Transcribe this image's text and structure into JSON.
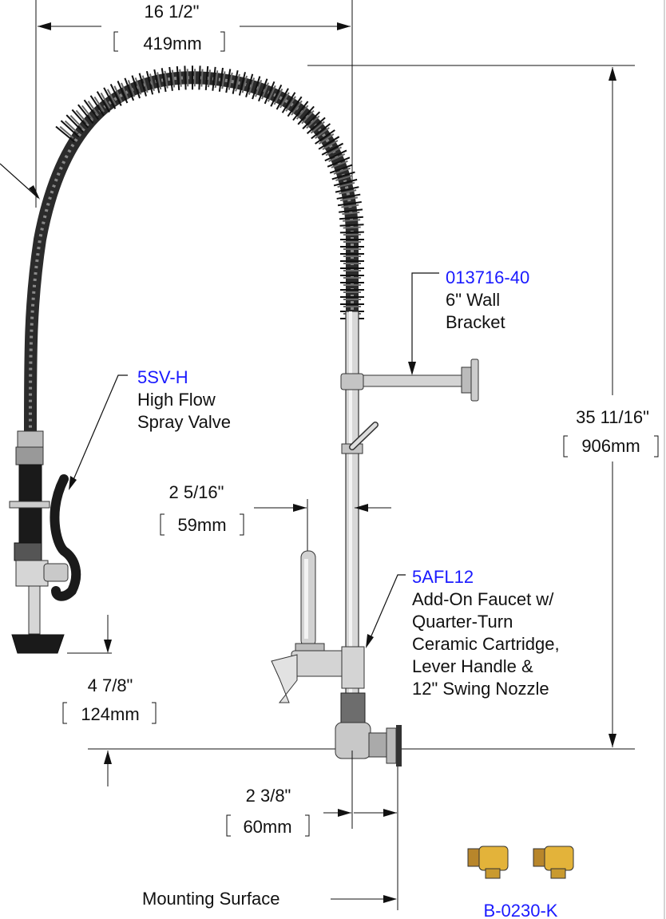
{
  "colors": {
    "part_code": "#1a1aff",
    "line": "#111111",
    "hose": "#2b2b2b",
    "chrome": "#c9c9c9",
    "brass": "#e3b33a"
  },
  "dimensions": {
    "top_width": {
      "imperial": "16 1/2\"",
      "metric": "419mm"
    },
    "height": {
      "imperial": "35 11/16\"",
      "metric": "906mm"
    },
    "nozzle_offset": {
      "imperial": "2 5/16\"",
      "metric": "59mm"
    },
    "spray_drop": {
      "imperial": "4 7/8\"",
      "metric": "124mm"
    },
    "wall_offset": {
      "imperial": "2 3/8\"",
      "metric": "60mm"
    }
  },
  "callouts": {
    "bracket": {
      "code": "013716-40",
      "lines": [
        "6\" Wall",
        "Bracket"
      ]
    },
    "spray_valve": {
      "code": "5SV-H",
      "lines": [
        "High Flow",
        "Spray Valve"
      ]
    },
    "faucet": {
      "code": "5AFL12",
      "lines": [
        "Add-On Faucet w/",
        "Quarter-Turn",
        "Ceramic Cartridge,",
        "Lever Handle &",
        "12\" Swing Nozzle"
      ]
    },
    "mounting": {
      "label": "Mounting Surface"
    },
    "kit": {
      "code": "B-0230-K"
    }
  }
}
